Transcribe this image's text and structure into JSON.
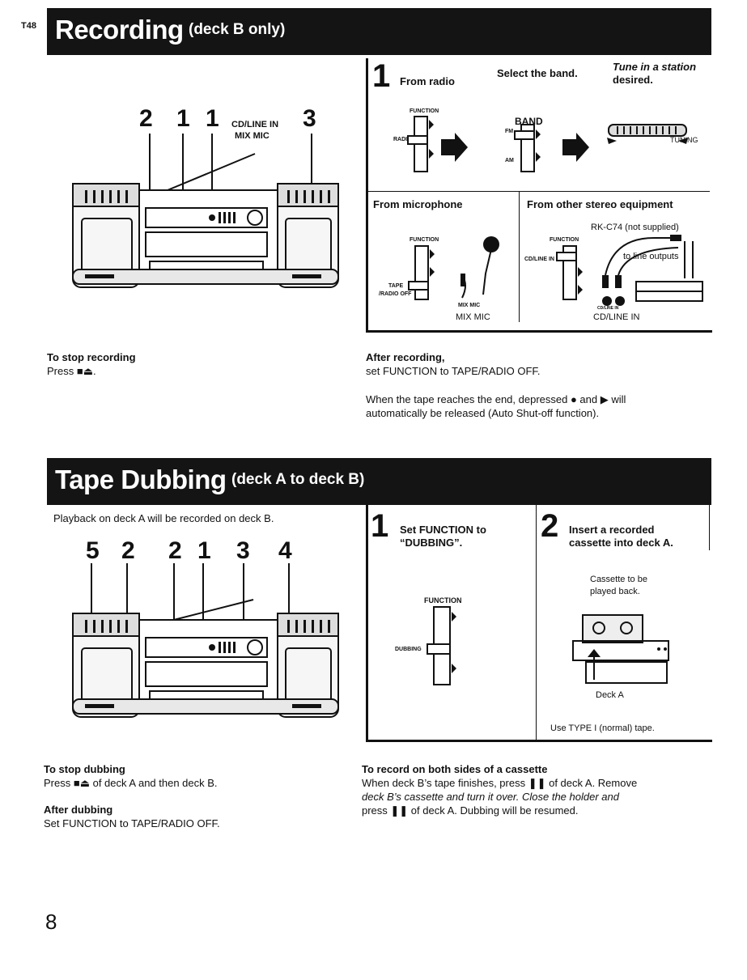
{
  "page_code": "T48",
  "page_number": "8",
  "recording": {
    "title": "Recording",
    "subtitle": "(deck B only)",
    "callouts": [
      "2",
      "1",
      "1",
      "3"
    ],
    "callout_labels": [
      "CD/LINE IN",
      "MIX MIC"
    ],
    "step1": {
      "num": "1",
      "label": "From radio",
      "select_band": "Select the band.",
      "tune_line1": "Tune in a station",
      "tune_line2": "desired.",
      "function_label": "FUNCTION",
      "radio_label": "RADIO",
      "band_label": "BAND",
      "fm_label": "FM",
      "am_label": "AM",
      "tuning_label": "TUNING"
    },
    "from_microphone": {
      "title": "From microphone",
      "function_label": "FUNCTION",
      "tape_label": "TAPE",
      "radio_off_label": "/RADIO OFF",
      "jack_label": "MIX MIC",
      "caption": "MIX MIC"
    },
    "from_other": {
      "title": "From other stereo equipment",
      "rk": "RK-C74 (not supplied)",
      "function_label": "FUNCTION",
      "cdline_label": "CD/LINE IN",
      "line_outputs": "to line outputs",
      "jack_label": "CD/LINE IN",
      "caption": "CD/LINE IN"
    },
    "stop_title": "To stop recording",
    "stop_text": "Press ■⏏.",
    "after_title": "After recording,",
    "after_text": "set FUNCTION to TAPE/RADIO OFF.",
    "note_line1": "When the tape reaches the end, depressed ● and ▶ will",
    "note_line2": "automatically be released (Auto Shut-off function)."
  },
  "dubbing": {
    "title": "Tape Dubbing",
    "subtitle": "(deck A to deck B)",
    "intro": "Playback on deck A will be recorded on deck B.",
    "callouts": [
      "5",
      "2",
      "2",
      "1",
      "3",
      "4"
    ],
    "step1": {
      "num": "1",
      "line1": "Set FUNCTION to",
      "line2": "“DUBBING”.",
      "function_label": "FUNCTION",
      "dubbing_label": "DUBBING"
    },
    "step2": {
      "num": "2",
      "line1": "Insert a recorded",
      "line2": "cassette into deck A.",
      "cassette_line1": "Cassette to be",
      "cassette_line2": "played back.",
      "deck_label": "Deck A",
      "tape_type": "Use TYPE I (normal) tape."
    },
    "stop_title": "To stop dubbing",
    "stop_text": "Press ■⏏ of deck A and then deck B.",
    "after_title": "After dubbing",
    "after_text": "Set FUNCTION to TAPE/RADIO OFF.",
    "both_title": "To record on both sides of a cassette",
    "both_line1": "When deck B’s tape finishes, press ❚❚ of deck A. Remove",
    "both_line2": "deck B’s cassette and turn it over. Close the holder and",
    "both_line3": "press ❚❚ of deck A. Dubbing will be resumed."
  }
}
